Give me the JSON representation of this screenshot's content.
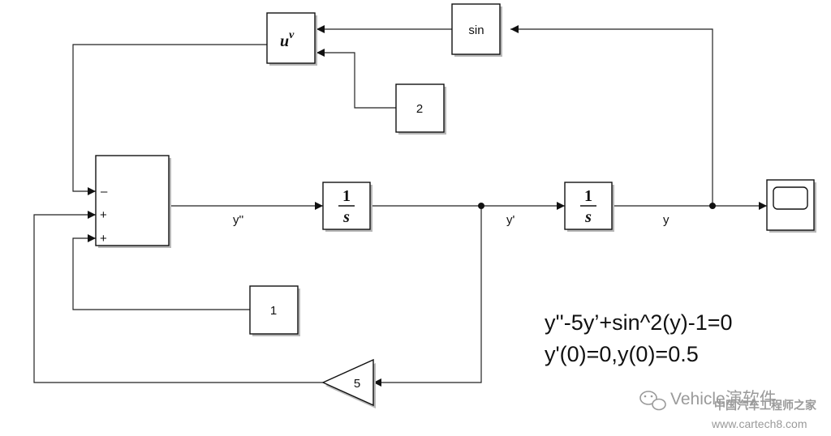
{
  "blocks": {
    "pow_base": "u",
    "pow_exp": "v",
    "sin_label": "sin",
    "const_two": "2",
    "const_one": "1",
    "gain_label": "5",
    "integrator_num": "1",
    "integrator_den": "s",
    "sum_signs": [
      "–",
      "+",
      "+"
    ]
  },
  "signals": {
    "ydd": "y''",
    "yd": "y'",
    "y": "y"
  },
  "equation": {
    "line1": "y''-5y’+sin^2(y)-1=0",
    "line2": "y'(0)=0,y(0)=0.5"
  },
  "watermark": {
    "line1": "Vehicle演软件",
    "line2": "中国汽车工程师之家",
    "line3": "www.cartech8.com"
  }
}
